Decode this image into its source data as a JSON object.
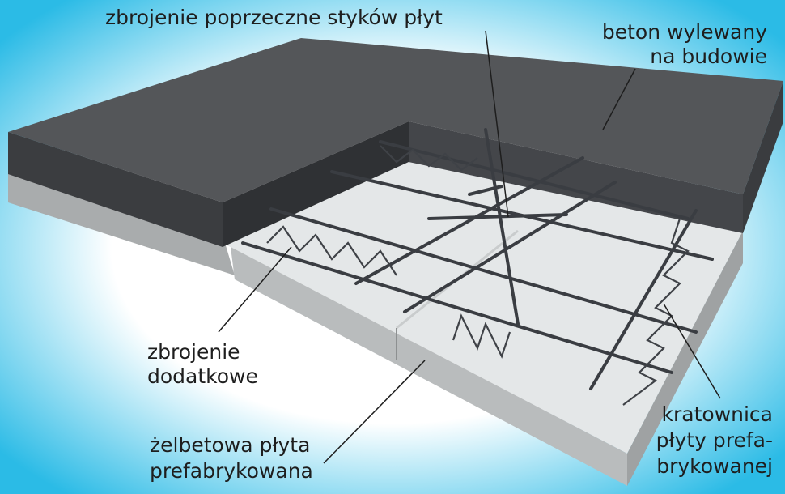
{
  "labels": {
    "transverse_reinforcement": "zbrojenie poprzeczne styków płyt",
    "cast_concrete_line1": "beton wylewany",
    "cast_concrete_line2": "na budowie",
    "additional_reinforcement_line1": "zbrojenie",
    "additional_reinforcement_line2": "dodatkowe",
    "precast_slab_line1": "żelbetowa płyta",
    "precast_slab_line2": "prefabrykowana",
    "truss_line1": "kratownica",
    "truss_line2": "płyty prefa-",
    "truss_line3": "brykowanej"
  },
  "colors": {
    "cast_concrete_top": "#545659",
    "cast_concrete_side": "#3b3d40",
    "precast_top": "#e4e7e8",
    "precast_side": "#b9bcbd",
    "background_edge": "#2bbbe6"
  }
}
